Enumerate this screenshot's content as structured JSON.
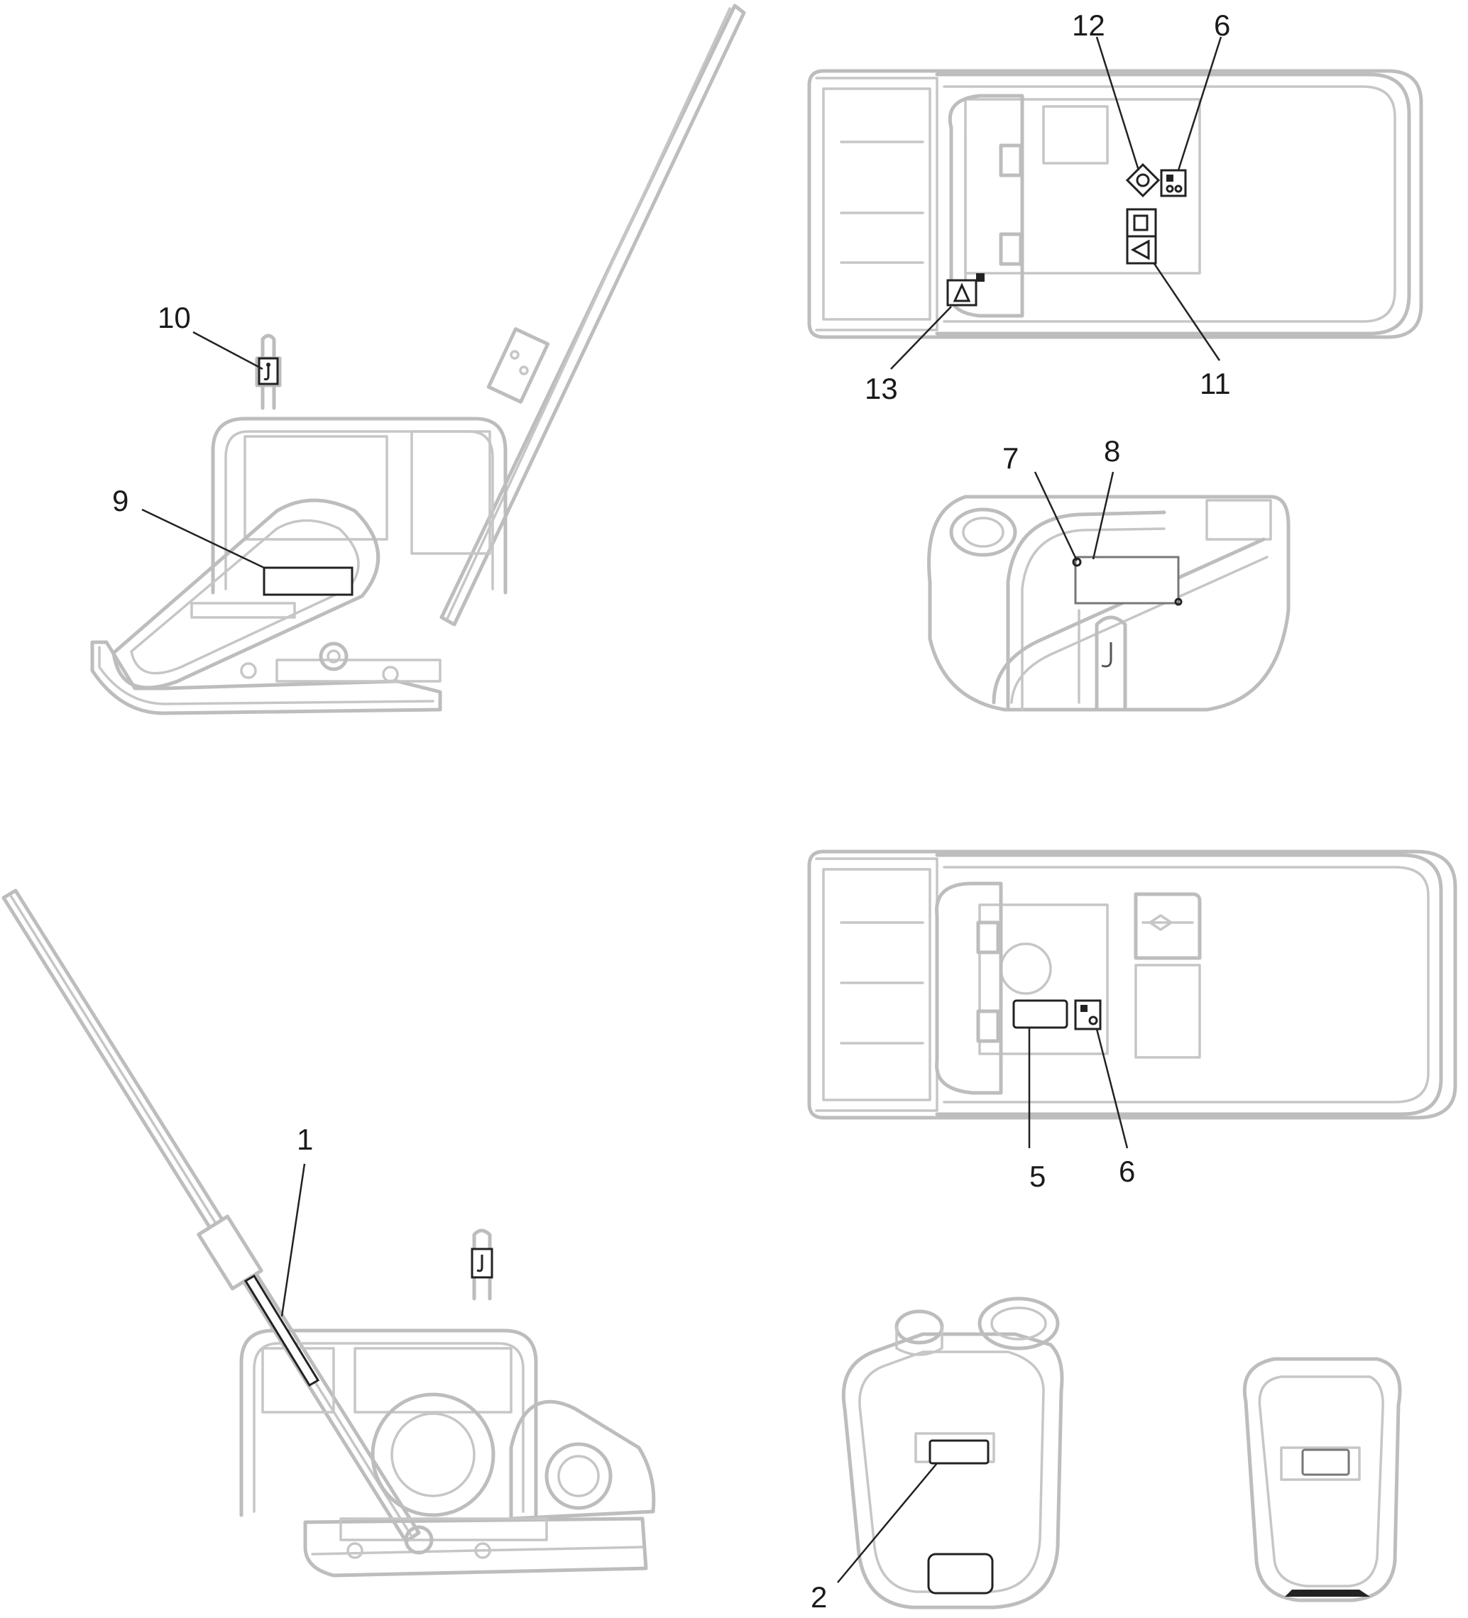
{
  "callouts": {
    "c1": "1",
    "c2": "2",
    "c5": "5",
    "c6_top": "6",
    "c6_bottom": "6",
    "c7": "7",
    "c8": "8",
    "c9": "9",
    "c10": "10",
    "c11": "11",
    "c12": "12",
    "c13": "13"
  }
}
